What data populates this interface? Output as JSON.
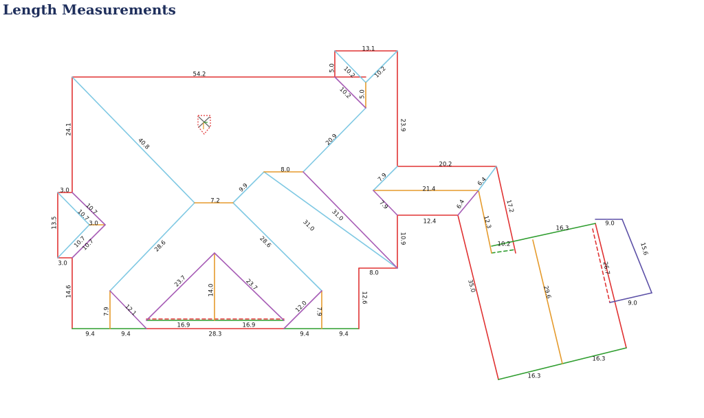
{
  "title": "Length Measurements",
  "colors": {
    "eave": "#2e9d2e",
    "rake": "#e03232",
    "hip": "#7ec8e3",
    "valley": "#a65bb5",
    "ridge": "#e59a2b",
    "flashing": "#5b4fa6",
    "title": "#1f2f5c"
  },
  "labels": {
    "top_54_2": "54.2",
    "top_13_1": "13.1",
    "left_24_1": "24.1",
    "left_13_5": "13.5",
    "left_14_6": "14.6",
    "diag_40_8": "40.8",
    "hip_20_9": "20.9",
    "hip_9_9": "9.9",
    "ridge_8_0": "8.0",
    "ridge_7_2": "7.2",
    "hip_28_6_l": "28.6",
    "hip_28_6_r": "28.6",
    "valley_31_0_a": "31.0",
    "valley_31_0_b": "31.0",
    "right_23_9": "23.9",
    "right_10_9": "10.9",
    "right_12_6": "12.6",
    "rb_8_0": "8.0",
    "bay_3_0_top": "3.0",
    "bay_3_0_bot": "3.0",
    "bay_10_7_a": "10.7",
    "bay_10_7_b": "10.7",
    "bay_10_7_c": "10.7",
    "bay_10_7_d": "10.7",
    "bay_3_0_ridge": "3.0",
    "gable_5_0_l": "5.0",
    "gable_10_2_a": "10.2",
    "gable_10_2_b": "10.2",
    "gable_10_2_c": "10.2",
    "gable_5_0_r": "5.0",
    "front_23_7_l": "23.7",
    "front_23_7_r": "23.7",
    "front_14_0": "14.0",
    "front_16_9_l": "16.9",
    "front_16_9_r": "16.9",
    "bottom_28_3": "28.3",
    "bottom_9_4_a": "9.4",
    "bottom_9_4_b": "9.4",
    "bottom_9_4_c": "9.4",
    "bottom_9_4_d": "9.4",
    "left_7_9": "7.9",
    "left_12_1": "12.1",
    "right_12_0": "12.0",
    "right_7_9": "7.9",
    "conn_20_2": "20.2",
    "conn_21_4": "21.4",
    "conn_7_9_a": "7.9",
    "conn_7_9_b": "7.9",
    "conn_6_4_a": "6.4",
    "conn_6_4_b": "6.4",
    "conn_12_4": "12.4",
    "conn_17_2": "17.2",
    "conn_12_3": "12.3",
    "conn_10_2": "10.2",
    "wing_16_3_top": "16.3",
    "wing_35_0": "35.0",
    "wing_29_6": "29.6",
    "wing_26_7": "26.7",
    "wing_16_3_bl": "16.3",
    "wing_16_3_br": "16.3",
    "wall_9_0_top": "9.0",
    "wall_15_6": "15.6",
    "wall_9_0_bot": "9.0"
  }
}
